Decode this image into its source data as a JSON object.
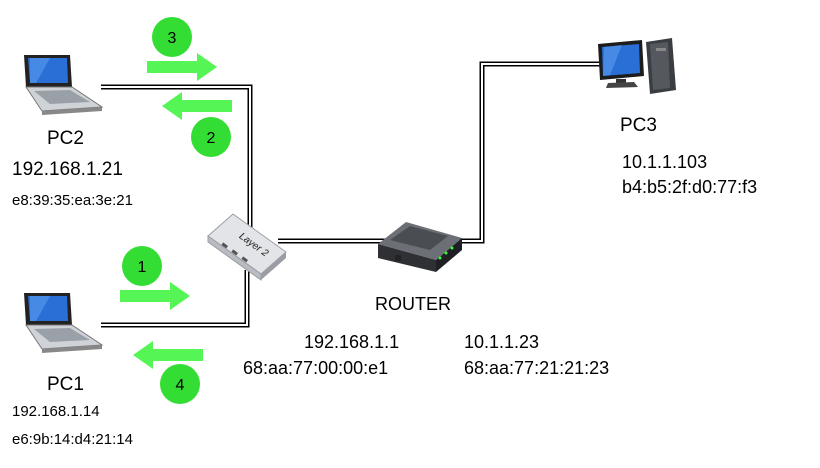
{
  "devices": {
    "pc2": {
      "name": "PC2",
      "ip": "192.168.1.21",
      "mac": "e8:39:35:ea:3e:21"
    },
    "pc1": {
      "name": "PC1",
      "ip": "192.168.1.14",
      "mac": "e6:9b:14:d4:21:14"
    },
    "pc3": {
      "name": "PC3",
      "ip": "10.1.1.103",
      "mac": "b4:b5:2f:d0:77:f3"
    },
    "switch": {
      "label": "Layer 2"
    },
    "router": {
      "name": "ROUTER",
      "lan": {
        "ip": "192.168.1.1",
        "mac": "68:aa:77:00:00:e1"
      },
      "wan": {
        "ip": "10.1.1.23",
        "mac": "68:aa:77:21:21:23"
      }
    }
  },
  "steps": [
    "1",
    "2",
    "3",
    "4"
  ],
  "colors": {
    "arrow": "#55f555",
    "badge": "#33dd33",
    "wire": "#000000",
    "screen": "#2a6fd6"
  }
}
